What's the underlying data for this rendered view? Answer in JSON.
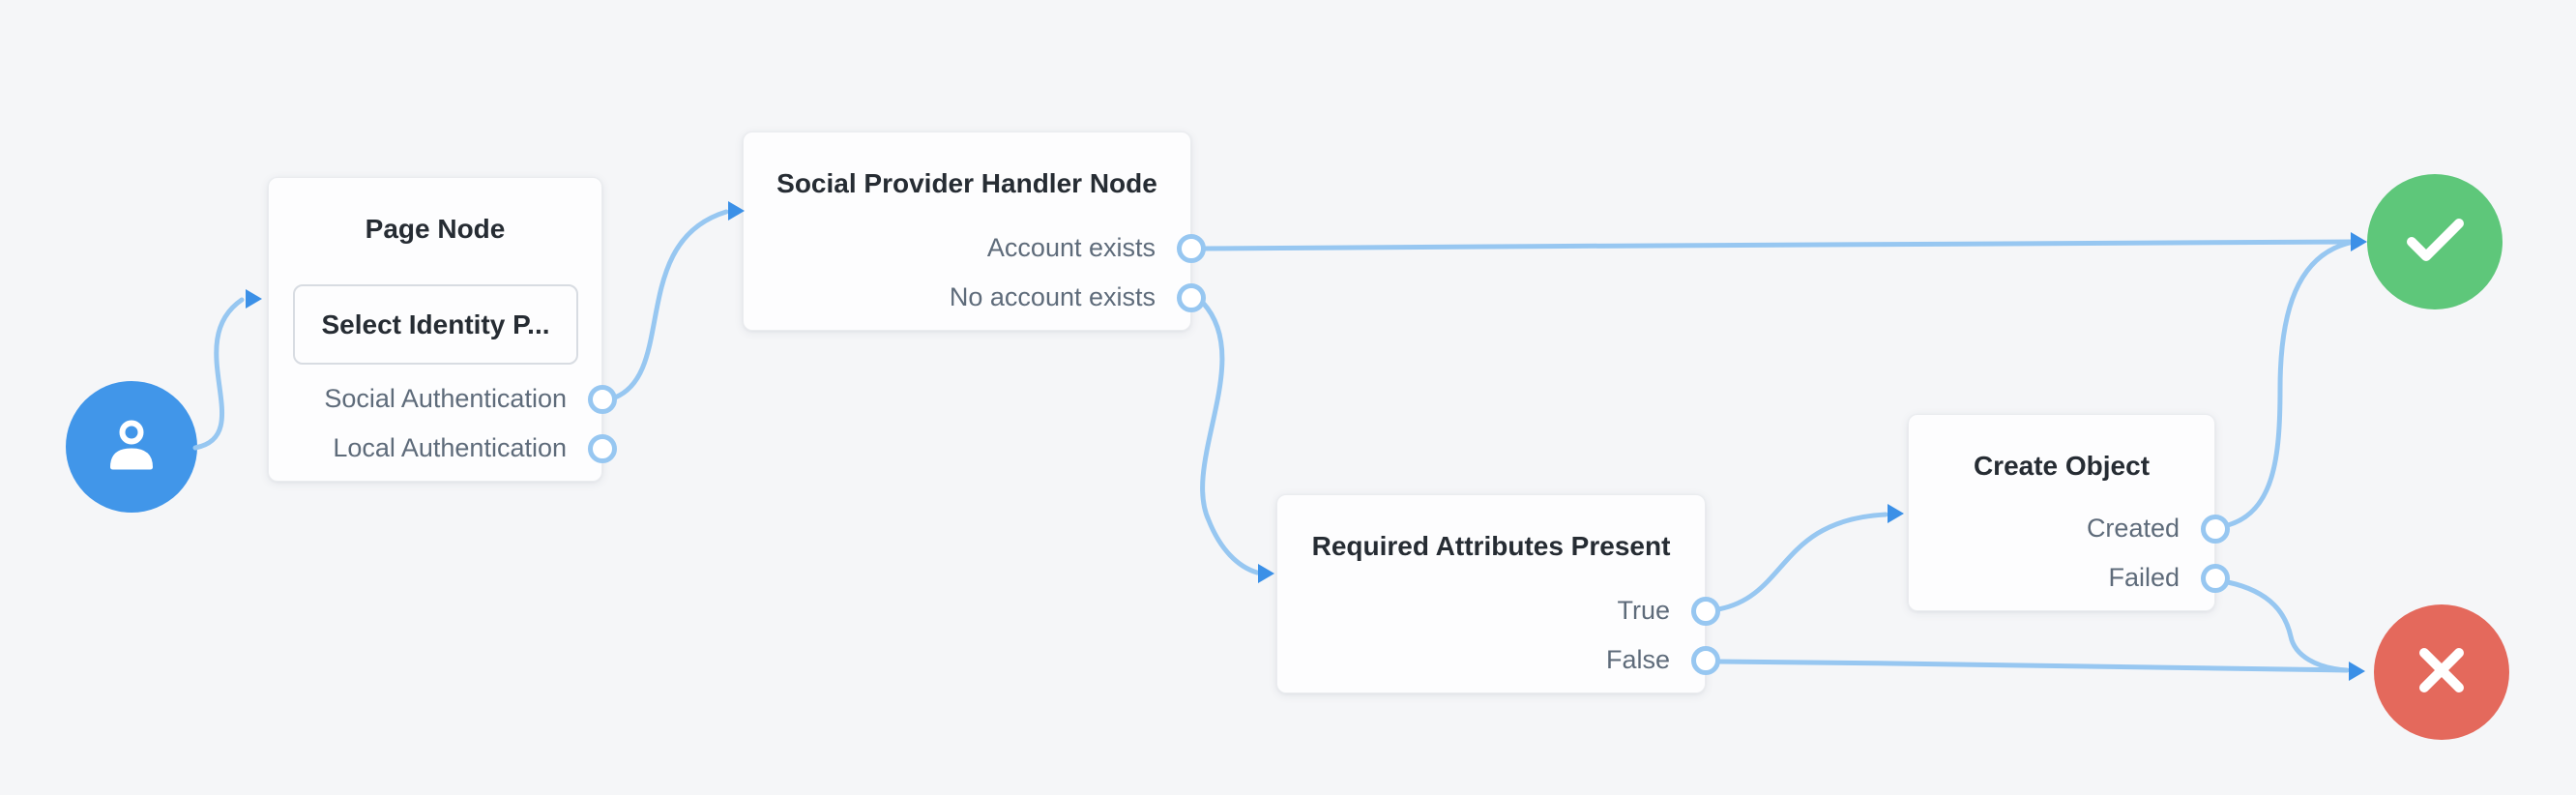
{
  "canvas": {
    "background_color": "#F5F6F8",
    "type": "journey-flow-editor"
  },
  "palette": {
    "edge_blue": "#97C7F1",
    "arrowhead_blue": "#3B90E7",
    "port_ring_blue": "#97C7F1",
    "start_node_blue": "#4196E9",
    "success_green": "#5EC77A",
    "failure_red": "#E4695C",
    "node_title_text": "#262C33",
    "output_label_text": "#5E6B7A",
    "card_background": "#FDFDFE"
  },
  "nodes": {
    "start": {
      "icon": "user-icon"
    },
    "page": {
      "title": "Page Node",
      "inner_node": "Select Identity P...",
      "outputs": [
        "Social Authentication",
        "Local Authentication"
      ]
    },
    "social": {
      "title": "Social Provider Handler Node",
      "outputs": [
        "Account exists",
        "No account exists"
      ]
    },
    "required": {
      "title": "Required Attributes Present",
      "outputs": [
        "True",
        "False"
      ]
    },
    "create": {
      "title": "Create Object",
      "outputs": [
        "Created",
        "Failed"
      ]
    },
    "success": {
      "icon": "check-icon"
    },
    "failure": {
      "icon": "x-icon"
    }
  },
  "edges": [
    {
      "from": "start",
      "outcome": "",
      "to": "Page Node"
    },
    {
      "from": "Page Node",
      "outcome": "Social Authentication",
      "to": "Social Provider Handler Node"
    },
    {
      "from": "Social Provider Handler Node",
      "outcome": "Account exists",
      "to": "success"
    },
    {
      "from": "Social Provider Handler Node",
      "outcome": "No account exists",
      "to": "Required Attributes Present"
    },
    {
      "from": "Required Attributes Present",
      "outcome": "True",
      "to": "Create Object"
    },
    {
      "from": "Required Attributes Present",
      "outcome": "False",
      "to": "failure"
    },
    {
      "from": "Create Object",
      "outcome": "Created",
      "to": "success"
    },
    {
      "from": "Create Object",
      "outcome": "Failed",
      "to": "failure"
    }
  ]
}
